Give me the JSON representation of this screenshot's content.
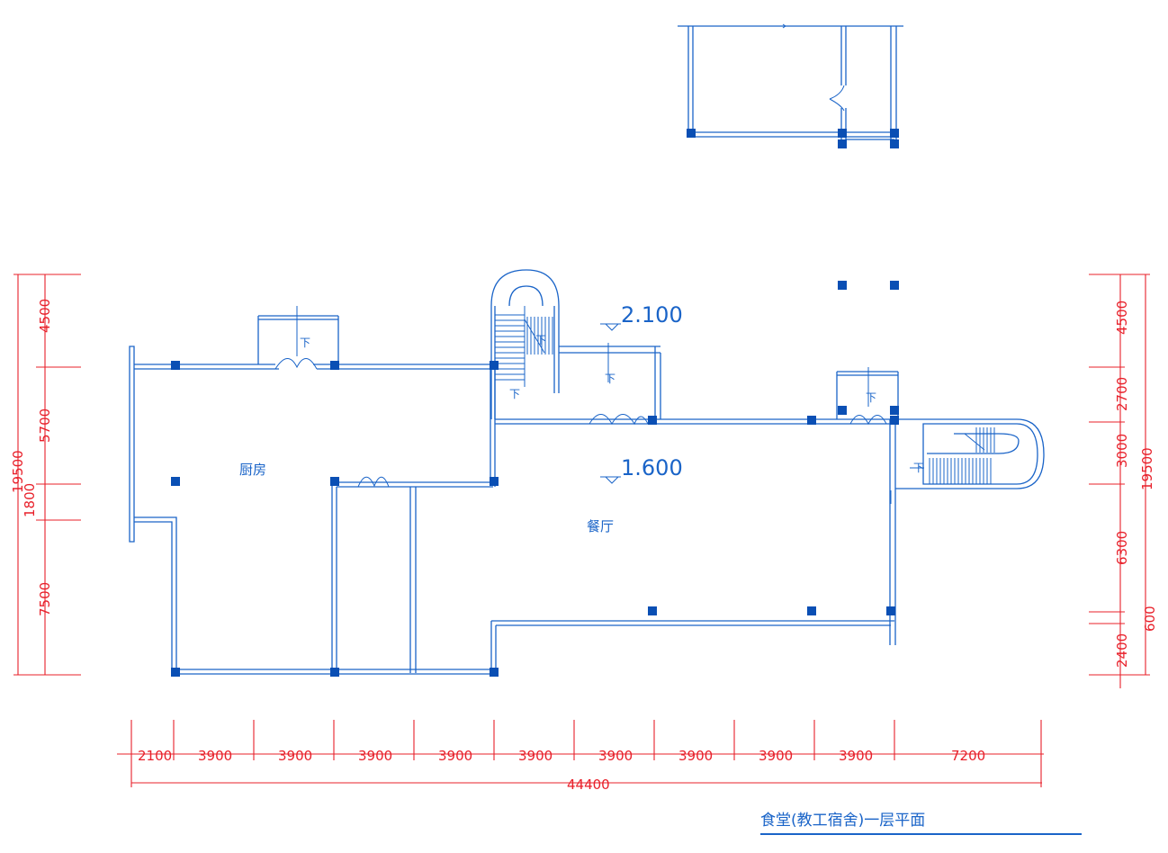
{
  "rooms": {
    "kitchen": "厨房",
    "dining": "餐厅"
  },
  "elevations": {
    "upper": "2.100",
    "lower": "1.600"
  },
  "stair_mark": "下",
  "left_dims": {
    "segments": [
      "4500",
      "5700",
      "1800",
      "7500"
    ],
    "total": "19500"
  },
  "right_dims": {
    "segments": [
      "4500",
      "2700",
      "3000",
      "6300",
      "2400"
    ],
    "extra": "600",
    "total": "19500"
  },
  "bottom_dims": {
    "segments": [
      "2100",
      "3900",
      "3900",
      "3900",
      "3900",
      "3900",
      "3900",
      "3900",
      "3900",
      "3900",
      "7200"
    ],
    "total": "44400"
  },
  "drawing_title": "食堂(教工宿舍)一层平面",
  "colors": {
    "walls": "#1a64c8",
    "columns": "#0a4fb4",
    "dimensions": "#e8202a"
  }
}
